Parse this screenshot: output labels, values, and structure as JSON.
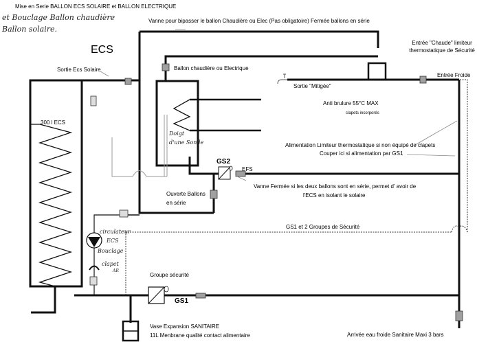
{
  "title": "Mise en Serie BALLON   ECS SOLAIRE  et BALLON ELECTRIQUE",
  "handwritten": {
    "subtitle_line1": "et Bouclage Ballon chaudière",
    "subtitle_line2": "Ballon solaire.",
    "sonde_line1": "Doigt",
    "sonde_line2": "d'une Sonde",
    "circulateur": "circulateur",
    "ecs": "ECS",
    "bouclage": "Bouclage",
    "clapet": "clapet",
    "clapet_ar": "AR"
  },
  "labels": {
    "ecs_heading": "ECS",
    "sortie_ecs_solaire": "Sortie Ecs Solaire",
    "vanne_bypass": "Vanne pour bipasser le ballon Chaudière ou Elec (Pas obligatoire) Fermée ballons en série",
    "ballon_chaudiere": "Ballon chaudière ou Electrique",
    "entree_chaude_1": "Entrée \"Chaude\" limiteur",
    "entree_chaude_2": "thermostatique de Sécurité",
    "sortie_mitigee": "Sortie \"Mitigée\"",
    "entree_froide": "Entrée Froide",
    "anti_brulure": "Anti brulure 55°C MAX",
    "clapets_incorpores": "clapets incorporés",
    "alimentation_1": "Alimentation  Limiteur thermostatique si non équipé de clapets",
    "alimentation_2": "Couper ici si alimentation par GS1",
    "ballon_300": "300 l ECS",
    "gs2": "GS2",
    "efs": "EFS",
    "ouverte_1": "Ouverte Ballons",
    "ouverte_2": "en série",
    "vanne_fermee_1": "Vanne Fermée si les deux ballons sont en série, permet d' avoir de",
    "vanne_fermee_2": "l'ECS en isolant le solaire",
    "gs_groupes": "GS1 et 2  Groupes de Sécurité",
    "groupe_securite": "Groupe sécurité",
    "gs1": "GS1",
    "vase_1": "Vase Expansion  SANITAIRE",
    "vase_2": "11L Menbrane qualité contact alimentaire",
    "arrivee_eau": "Arrivée eau froide Sanitaire Maxi 3 bars"
  },
  "colors": {
    "pipe": "#111111",
    "valve": "#9a9a9a",
    "dotted": "#333333",
    "faint": "#9a9a9a"
  }
}
